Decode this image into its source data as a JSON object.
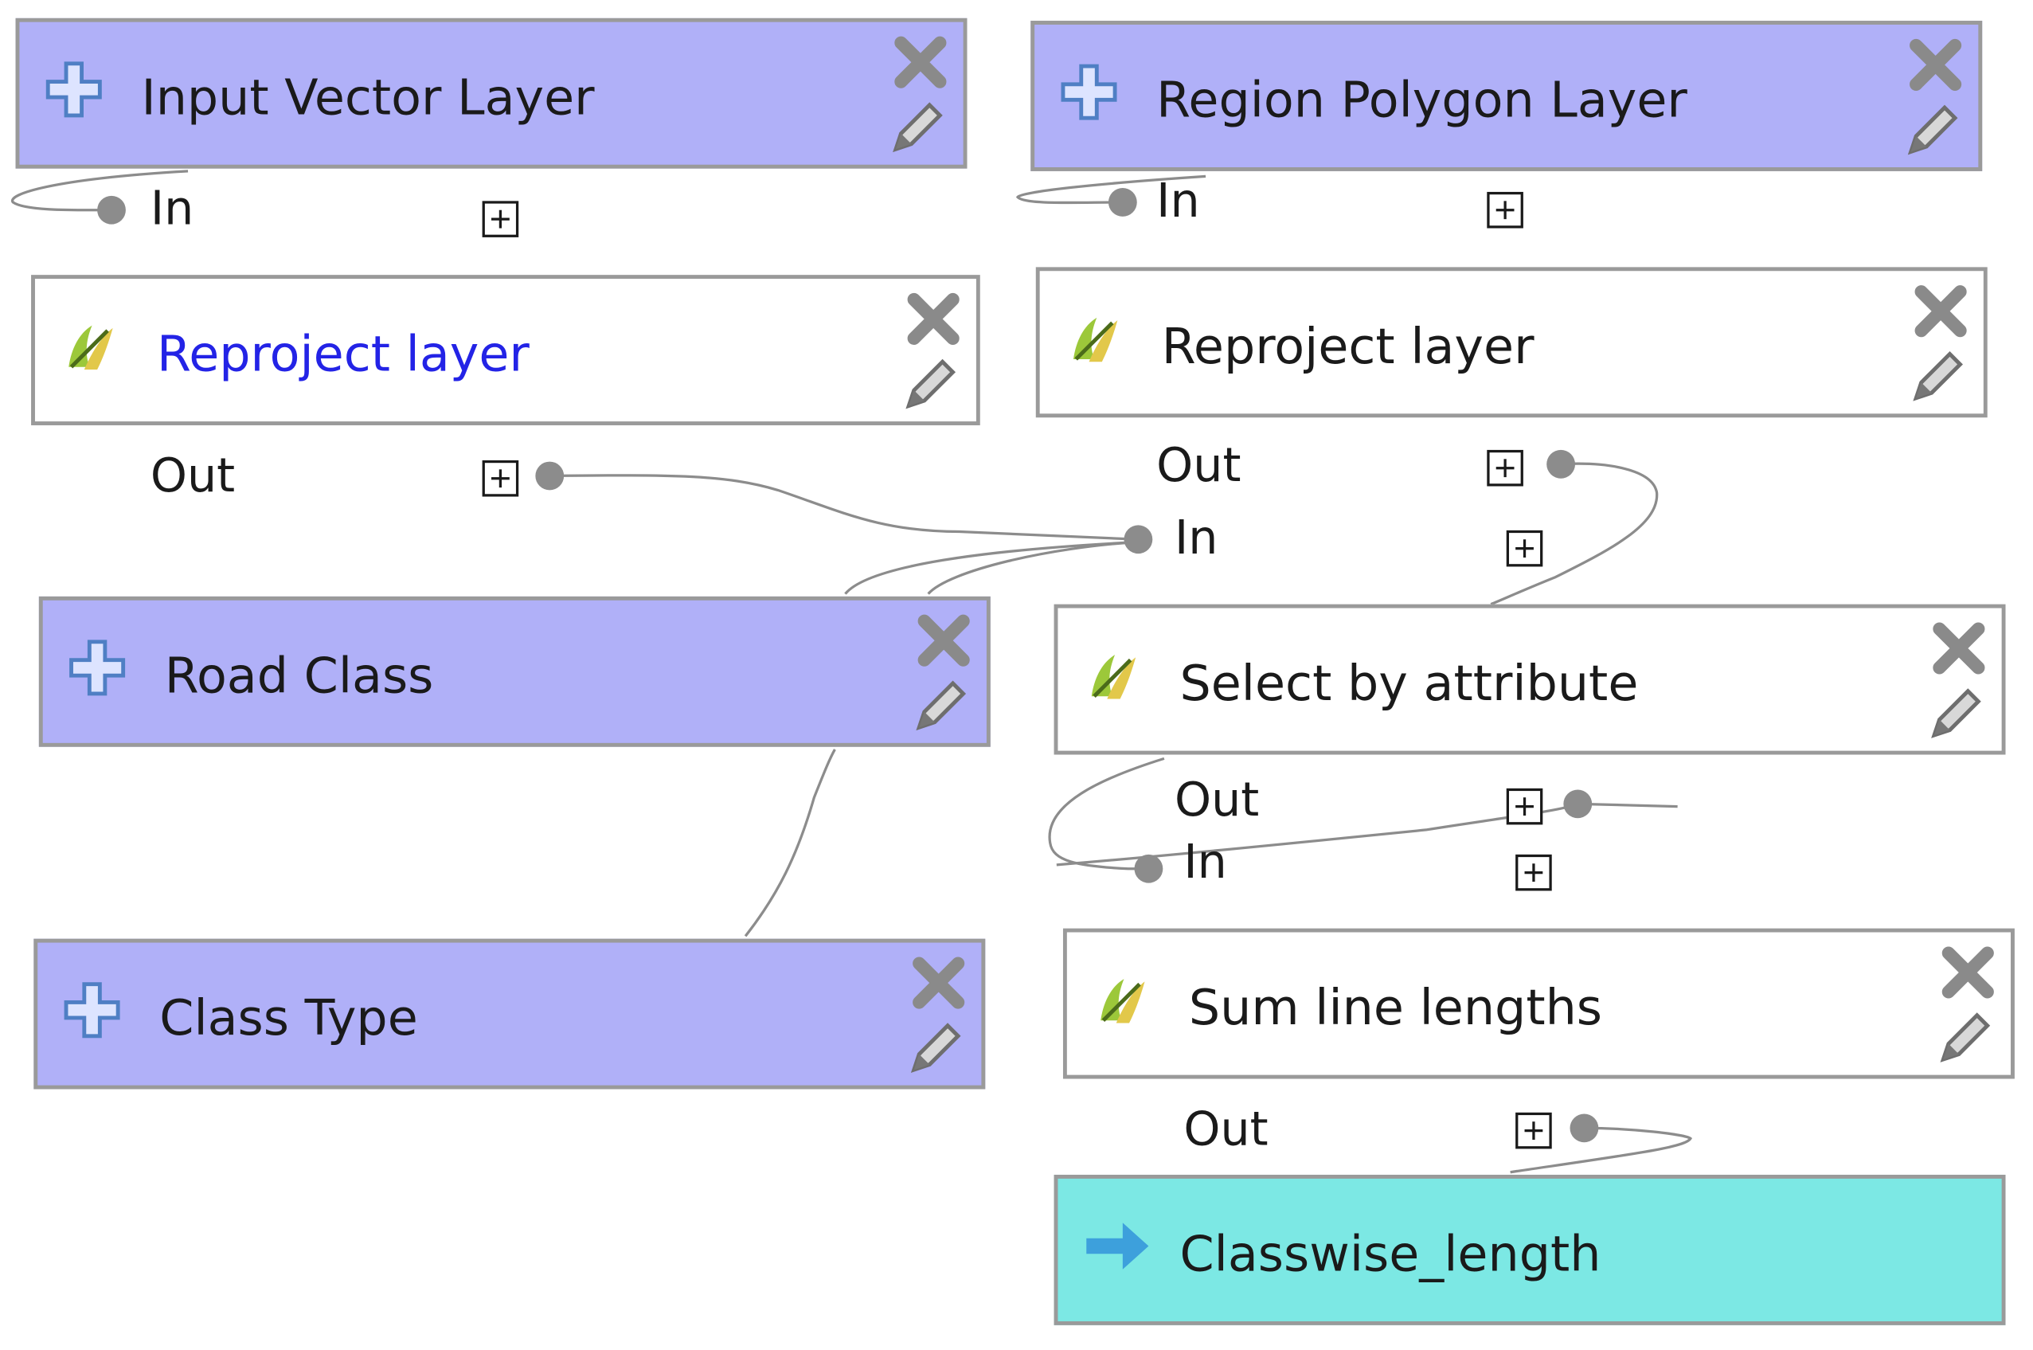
{
  "inputs": {
    "input_vector_layer": "Input Vector Layer",
    "region_polygon_layer": "Region Polygon Layer",
    "road_class": "Road Class",
    "class_type": "Class Type"
  },
  "algorithms": {
    "reproject_left": {
      "title": "Reproject layer",
      "in_label": "In",
      "out_label": "Out"
    },
    "reproject_right": {
      "title": "Reproject layer",
      "in_label": "In",
      "out_label": "Out"
    },
    "select_by_attribute": {
      "title": "Select by attribute",
      "in_label": "In",
      "out_label": "Out"
    },
    "sum_line_lengths": {
      "title": "Sum line lengths",
      "in_label": "In",
      "out_label": "Out"
    }
  },
  "outputs": {
    "classwise_length": "Classwise_length"
  },
  "icons": {
    "input": "plus-icon",
    "algorithm": "qgis-algorithm-icon",
    "output": "arrow-right-icon",
    "remove": "close-icon",
    "edit": "pencil-icon",
    "expand": "plus-square-icon"
  },
  "colors": {
    "input_fill": "#b0b0f8",
    "output_fill": "#7ce8e4",
    "selected_title": "#2323e6",
    "border": "#9a9a9a",
    "wire": "#8c8c8c"
  }
}
